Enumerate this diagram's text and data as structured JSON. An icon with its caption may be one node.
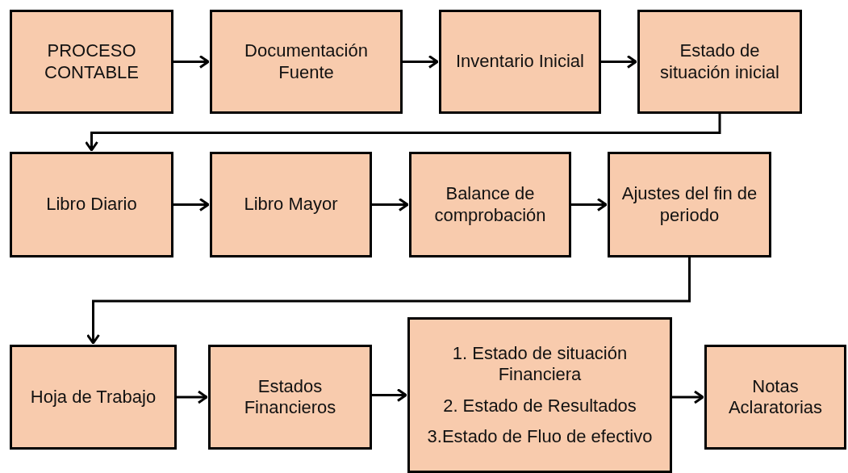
{
  "diagram": {
    "nodes": [
      {
        "text": [
          "PROCESO CONTABLE"
        ]
      },
      {
        "text": [
          "Documentación Fuente"
        ]
      },
      {
        "text": [
          "Inventario Inicial"
        ]
      },
      {
        "text": [
          "Estado de situación inicial"
        ]
      },
      {
        "text": [
          "Libro Diario"
        ]
      },
      {
        "text": [
          "Libro Mayor"
        ]
      },
      {
        "text": [
          "Balance de comprobación"
        ]
      },
      {
        "text": [
          "Ajustes del fin de periodo"
        ]
      },
      {
        "text": [
          "Hoja de Trabajo"
        ]
      },
      {
        "text": [
          "Estados Financieros"
        ]
      },
      {
        "text": [
          "1. Estado de situación Financiera",
          "2. Estado de Resultados",
          "3.Estado de Fluo de efectivo"
        ]
      },
      {
        "text": [
          "Notas Aclaratorias"
        ]
      }
    ],
    "edges": [
      {
        "from": 0,
        "to": 1,
        "arrow": "to"
      },
      {
        "from": 1,
        "to": 2,
        "arrow": "to"
      },
      {
        "from": 2,
        "to": 3,
        "arrow": "to"
      },
      {
        "from": 3,
        "to": 4,
        "arrow": "to"
      },
      {
        "from": 4,
        "to": 5,
        "arrow": "to"
      },
      {
        "from": 5,
        "to": 6,
        "arrow": "to"
      },
      {
        "from": 6,
        "to": 7,
        "arrow": "to"
      },
      {
        "from": 7,
        "to": 8,
        "arrow": "to"
      },
      {
        "from": 8,
        "to": 9,
        "arrow": "to"
      },
      {
        "from": 9,
        "to": 10,
        "arrow": "to"
      },
      {
        "from": 10,
        "to": 11,
        "arrow": "to"
      }
    ]
  }
}
